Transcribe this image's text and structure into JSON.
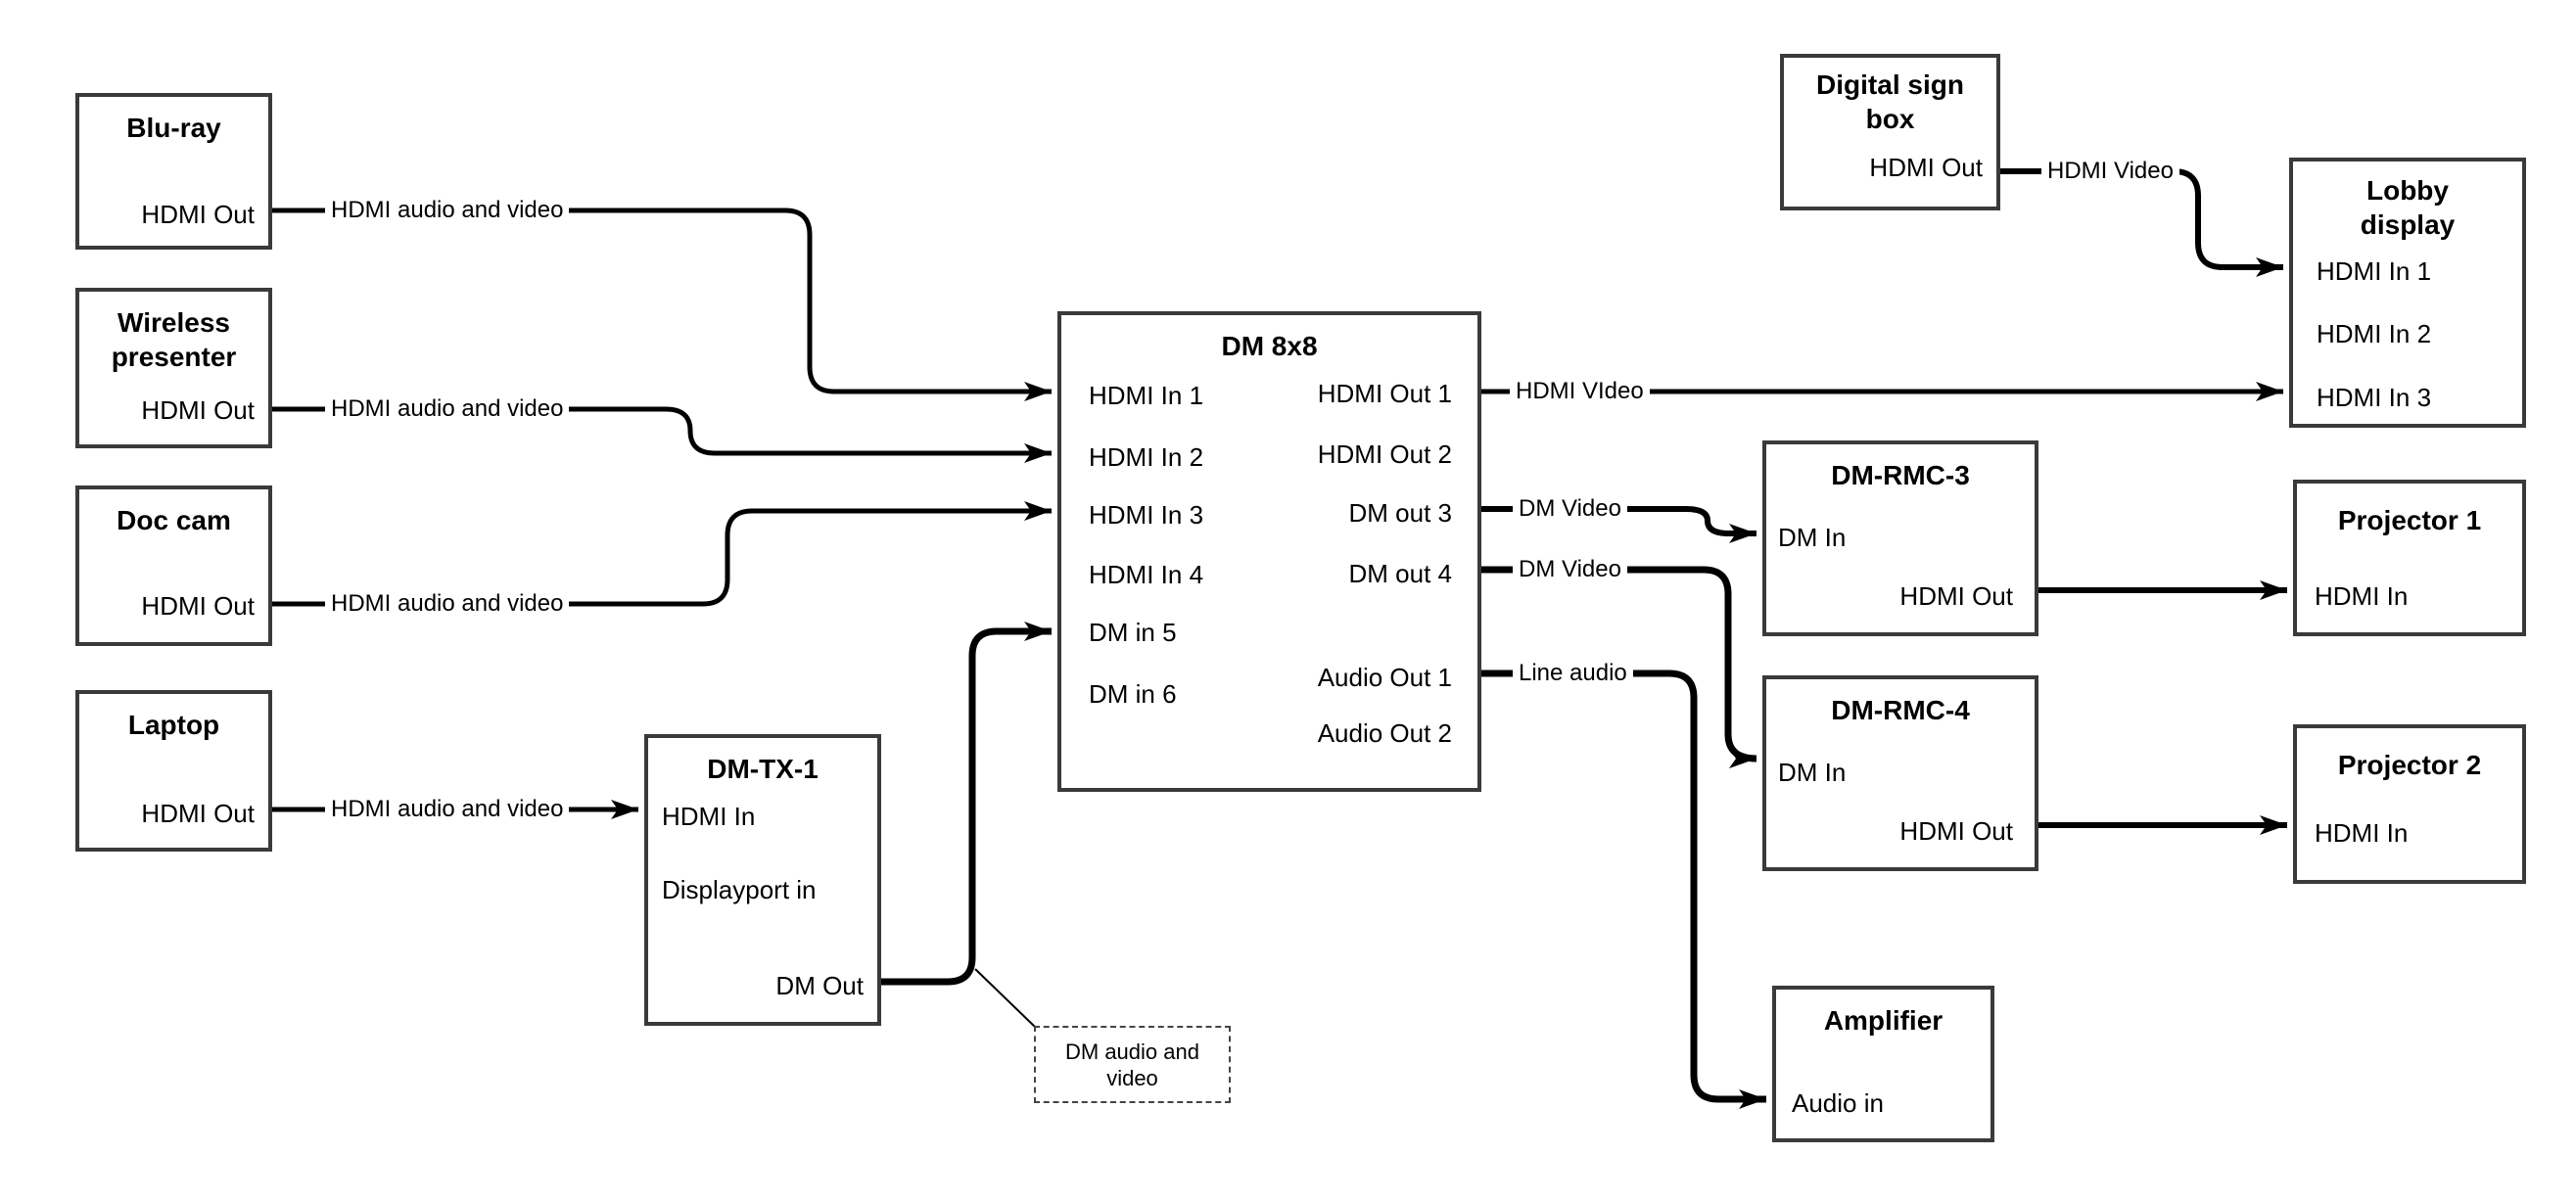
{
  "diagram": {
    "background": "#ffffff",
    "wire_color": "#000000",
    "box_border_color": "#3a3a3a",
    "nodes": {
      "bluray": {
        "title_lines": [
          "Blu-ray"
        ],
        "ports": {
          "out": "HDMI Out"
        }
      },
      "wireless_presenter": {
        "title_lines": [
          "Wireless",
          "presenter"
        ],
        "ports": {
          "out": "HDMI Out"
        }
      },
      "doc_cam": {
        "title_lines": [
          "Doc cam"
        ],
        "ports": {
          "out": "HDMI Out"
        }
      },
      "laptop": {
        "title_lines": [
          "Laptop"
        ],
        "ports": {
          "out": "HDMI Out"
        }
      },
      "dm_tx_1": {
        "title_lines": [
          "DM-TX-1"
        ],
        "ports": {
          "hdmi_in": "HDMI In",
          "displayport_in": "Displayport in",
          "dm_out": "DM Out"
        }
      },
      "dm_8x8": {
        "title_lines": [
          "DM 8x8"
        ],
        "inputs": [
          "HDMI In 1",
          "HDMI In 2",
          "HDMI In 3",
          "HDMI In 4",
          "DM in 5",
          "DM in 6"
        ],
        "outputs": [
          "HDMI Out 1",
          "HDMI Out 2",
          "DM out 3",
          "DM out 4",
          "Audio Out 1",
          "Audio Out 2"
        ]
      },
      "digital_sign_box": {
        "title_lines": [
          "Digital sign",
          "box"
        ],
        "ports": {
          "out": "HDMI Out"
        }
      },
      "lobby_display": {
        "title_lines": [
          "Lobby",
          "display"
        ],
        "inputs": [
          "HDMI In 1",
          "HDMI In 2",
          "HDMI In 3"
        ]
      },
      "dm_rmc_3": {
        "title_lines": [
          "DM-RMC-3"
        ],
        "ports": {
          "in": "DM In",
          "out": "HDMI Out"
        }
      },
      "projector_1": {
        "title_lines": [
          "Projector 1"
        ],
        "ports": {
          "in": "HDMI In"
        }
      },
      "dm_rmc_4": {
        "title_lines": [
          "DM-RMC-4"
        ],
        "ports": {
          "in": "DM In",
          "out": "HDMI Out"
        }
      },
      "projector_2": {
        "title_lines": [
          "Projector 2"
        ],
        "ports": {
          "in": "HDMI In"
        }
      },
      "amplifier": {
        "title_lines": [
          "Amplifier"
        ],
        "ports": {
          "in": "Audio in"
        }
      }
    },
    "wire_labels": {
      "hdmi_av_1": "HDMI audio and video",
      "hdmi_av_2": "HDMI audio and video",
      "hdmi_av_3": "HDMI audio and video",
      "hdmi_av_4": "HDMI audio and video",
      "hdmi_video_dm": "HDMI VIdeo",
      "dm_video_3": "DM Video",
      "dm_video_4": "DM Video",
      "line_audio": "Line audio",
      "hdmi_video_sign": "HDMI Video"
    },
    "callout": {
      "text_lines": [
        "DM audio and",
        "video"
      ]
    }
  }
}
